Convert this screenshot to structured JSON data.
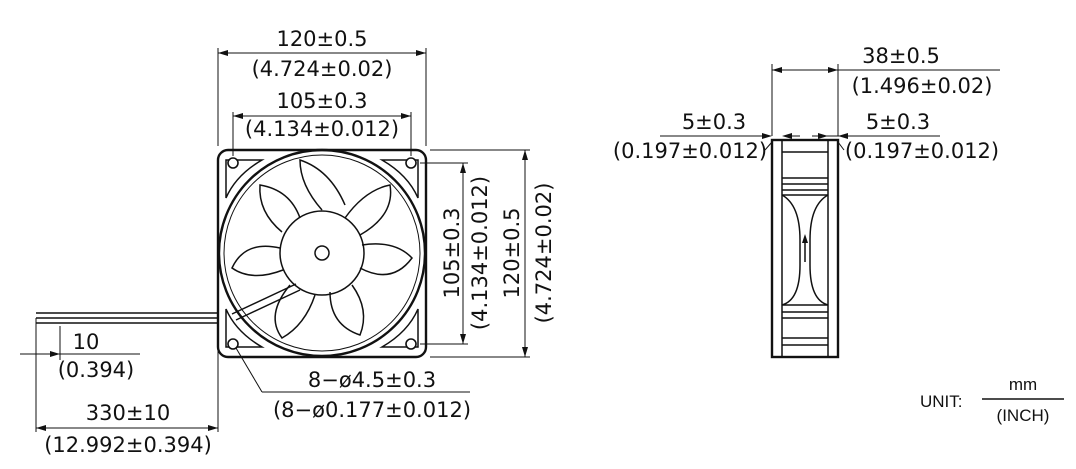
{
  "front_view": {
    "overall_width": {
      "mm": "120±0.5",
      "inch": "(4.724±0.02)"
    },
    "hole_spacing_width": {
      "mm": "105±0.3",
      "inch": "(4.134±0.012)"
    },
    "hole_spacing_height": {
      "mm": "105±0.3",
      "inch": "(4.134±0.012)"
    },
    "overall_height": {
      "mm": "120±0.5",
      "inch": "(4.724±0.02)"
    },
    "mounting_holes": {
      "mm": "8−ø4.5±0.3",
      "inch": "(8−ø0.177±0.012)"
    },
    "wire_strip": {
      "mm": "10",
      "inch": "(0.394)"
    },
    "lead_length": {
      "mm": "330±10",
      "inch": "(12.992±0.394)"
    }
  },
  "side_view": {
    "depth": {
      "mm": "38±0.5",
      "inch": "(1.496±0.02)"
    },
    "flange_left": {
      "mm": "5±0.3",
      "inch": "(0.197±0.012)"
    },
    "flange_right": {
      "mm": "5±0.3",
      "inch": "(0.197±0.012)"
    }
  },
  "unit_note": {
    "label": "UNIT:",
    "numerator": "mm",
    "denominator": "(INCH)"
  }
}
